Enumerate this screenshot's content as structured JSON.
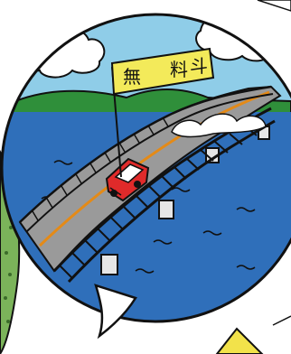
{
  "illustration": {
    "flag_char_1": "無",
    "flag_char_2": "料",
    "flag_char_3": "斗"
  },
  "colors": {
    "sky": "#8fcde8",
    "sea": "#2f6fba",
    "hills": "#2f8f3a",
    "road": "#9a9a9a",
    "center_line": "#e48a17",
    "flag": "#f3ea5a",
    "car": "#e02a2a",
    "left_border": "#7bb35a",
    "corner_fill": "#f2e24a"
  }
}
